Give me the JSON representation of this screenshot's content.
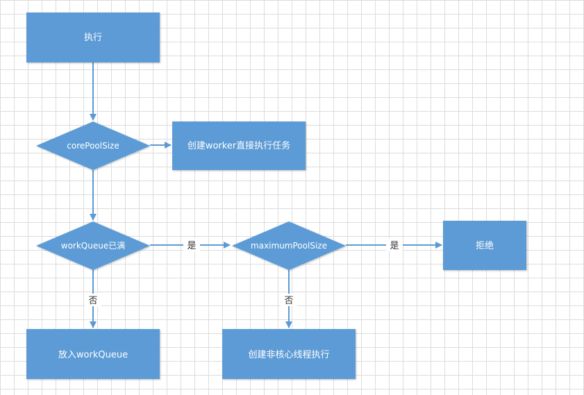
{
  "nodes": {
    "execute": "执行",
    "core_pool_size": "corePoolSize",
    "create_worker": "创建worker直接执行任务",
    "work_queue_full": "workQueue已满",
    "maximum_pool_size": "maximumPoolSize",
    "reject": "拒绝",
    "enqueue": "放入workQueue",
    "create_non_core": "创建非核心线程执行"
  },
  "edges": {
    "queue_full_yes": "是",
    "max_pool_yes": "是",
    "queue_full_no": "否",
    "max_pool_no": "否"
  },
  "colors": {
    "fill": "#5b9bd5",
    "line": "#5b9bd5",
    "text": "#ffffff",
    "edge_label": "#333333",
    "grid": "#dcdcdc"
  }
}
